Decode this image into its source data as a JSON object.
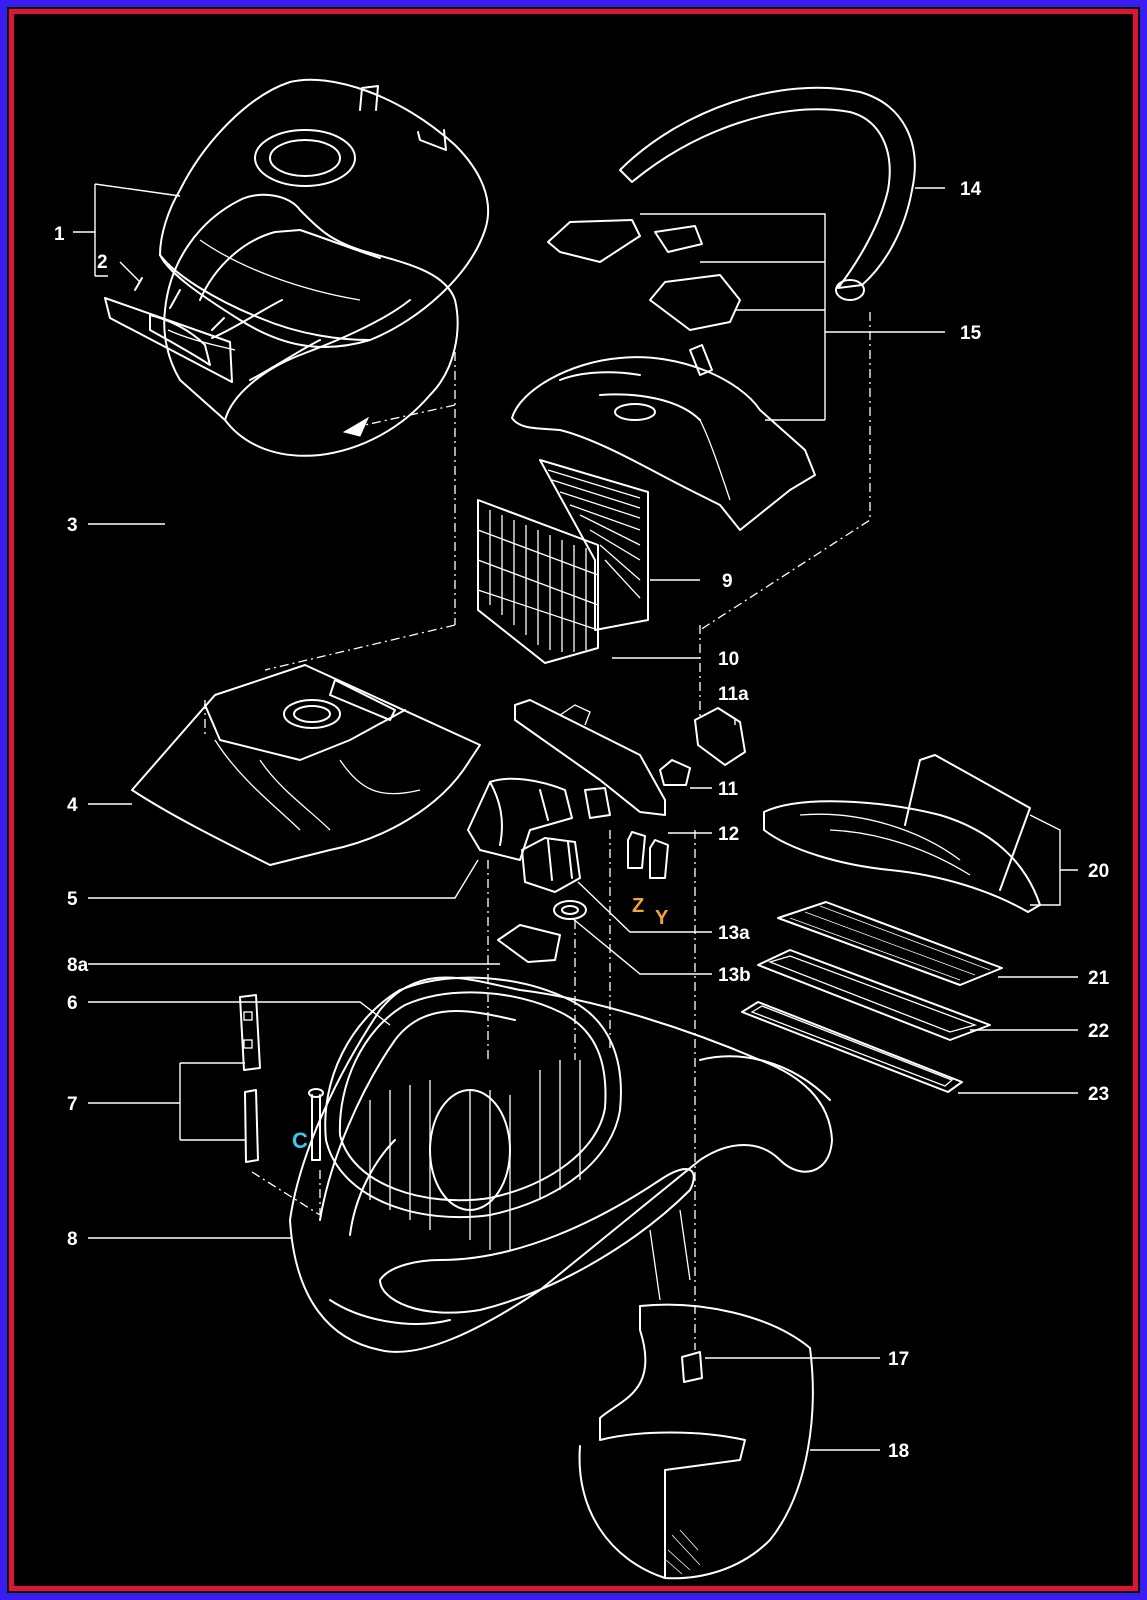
{
  "colors": {
    "background": "#000000",
    "border_outer": "#3a1df0",
    "border_inner": "#e01237",
    "line": "#ffffff",
    "accent_zy": "#f7a23b",
    "accent_c": "#3ec4f0"
  },
  "labels": {
    "p1": "1",
    "p2": "2",
    "p3": "3",
    "p4": "4",
    "p5": "5",
    "p6": "6",
    "p7": "7",
    "p8": "8",
    "p8a": "8a",
    "p9": "9",
    "p10": "10",
    "p11": "11",
    "p11a": "11a",
    "p12": "12",
    "p13a": "13a",
    "p13b": "13b",
    "p14": "14",
    "p15": "15",
    "p17": "17",
    "p18": "18",
    "p20": "20",
    "p21": "21",
    "p22": "22",
    "p23": "23",
    "z": "Z",
    "y": "Y",
    "c": "C"
  }
}
